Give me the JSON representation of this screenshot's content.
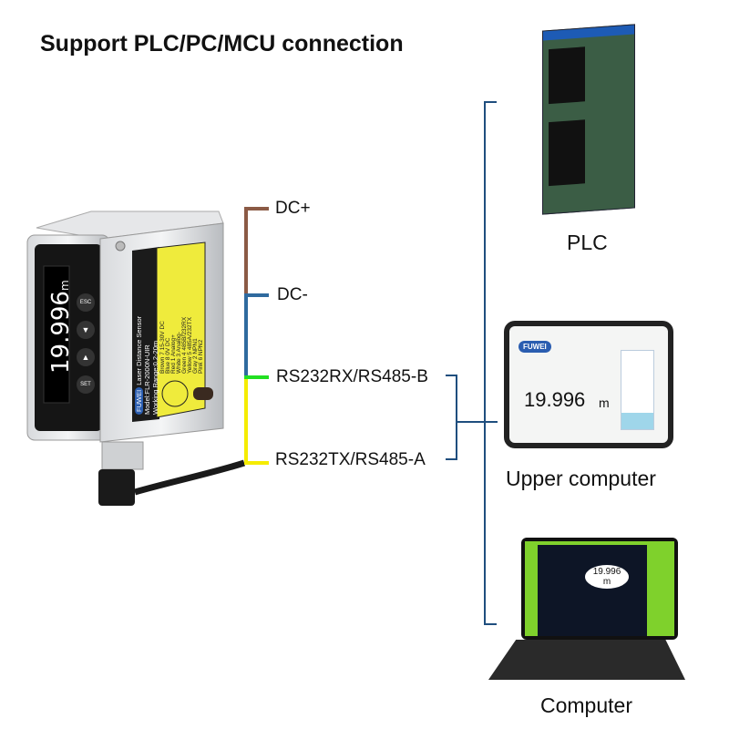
{
  "title": "Support PLC/PC/MCU connection",
  "wires": [
    {
      "label": "DC+",
      "color": "#8b5a45"
    },
    {
      "label": "DC-",
      "color": "#2f6a9e"
    },
    {
      "label": "RS232RX/RS485-B",
      "color": "#22e022"
    },
    {
      "label": "RS232TX/RS485-A",
      "color": "#f5ec00"
    }
  ],
  "bus_color": "#1f4e7e",
  "sensor": {
    "display_value": "19.996",
    "display_unit": "m",
    "buttons": [
      "ESC",
      "▼",
      "▲",
      "SET"
    ],
    "brand": "FUWEI",
    "label_lines": [
      "Laser Distance Sensor",
      "Model:FLR-2000N-UIR",
      "Working Range:0.2-20m"
    ],
    "pin_table": [
      [
        "Brown",
        "7",
        "15-30V DC"
      ],
      [
        "Blue",
        "8",
        "0V DC"
      ],
      [
        "Red",
        "1",
        "Analog+"
      ],
      [
        "White",
        "3",
        "Analog-"
      ],
      [
        "Green",
        "4",
        "485B/232RX"
      ],
      [
        "Yellow",
        "5",
        "485A/232TX"
      ],
      [
        "Gray",
        "2",
        "NPN1"
      ],
      [
        "Pink",
        "6",
        "NPN2"
      ]
    ]
  },
  "devices": [
    {
      "caption": "PLC"
    },
    {
      "caption": "Upper computer",
      "brand": "FUWEI",
      "value": "19.996",
      "unit": "m"
    },
    {
      "caption": "Computer",
      "value": "19.996",
      "unit": "m"
    }
  ]
}
